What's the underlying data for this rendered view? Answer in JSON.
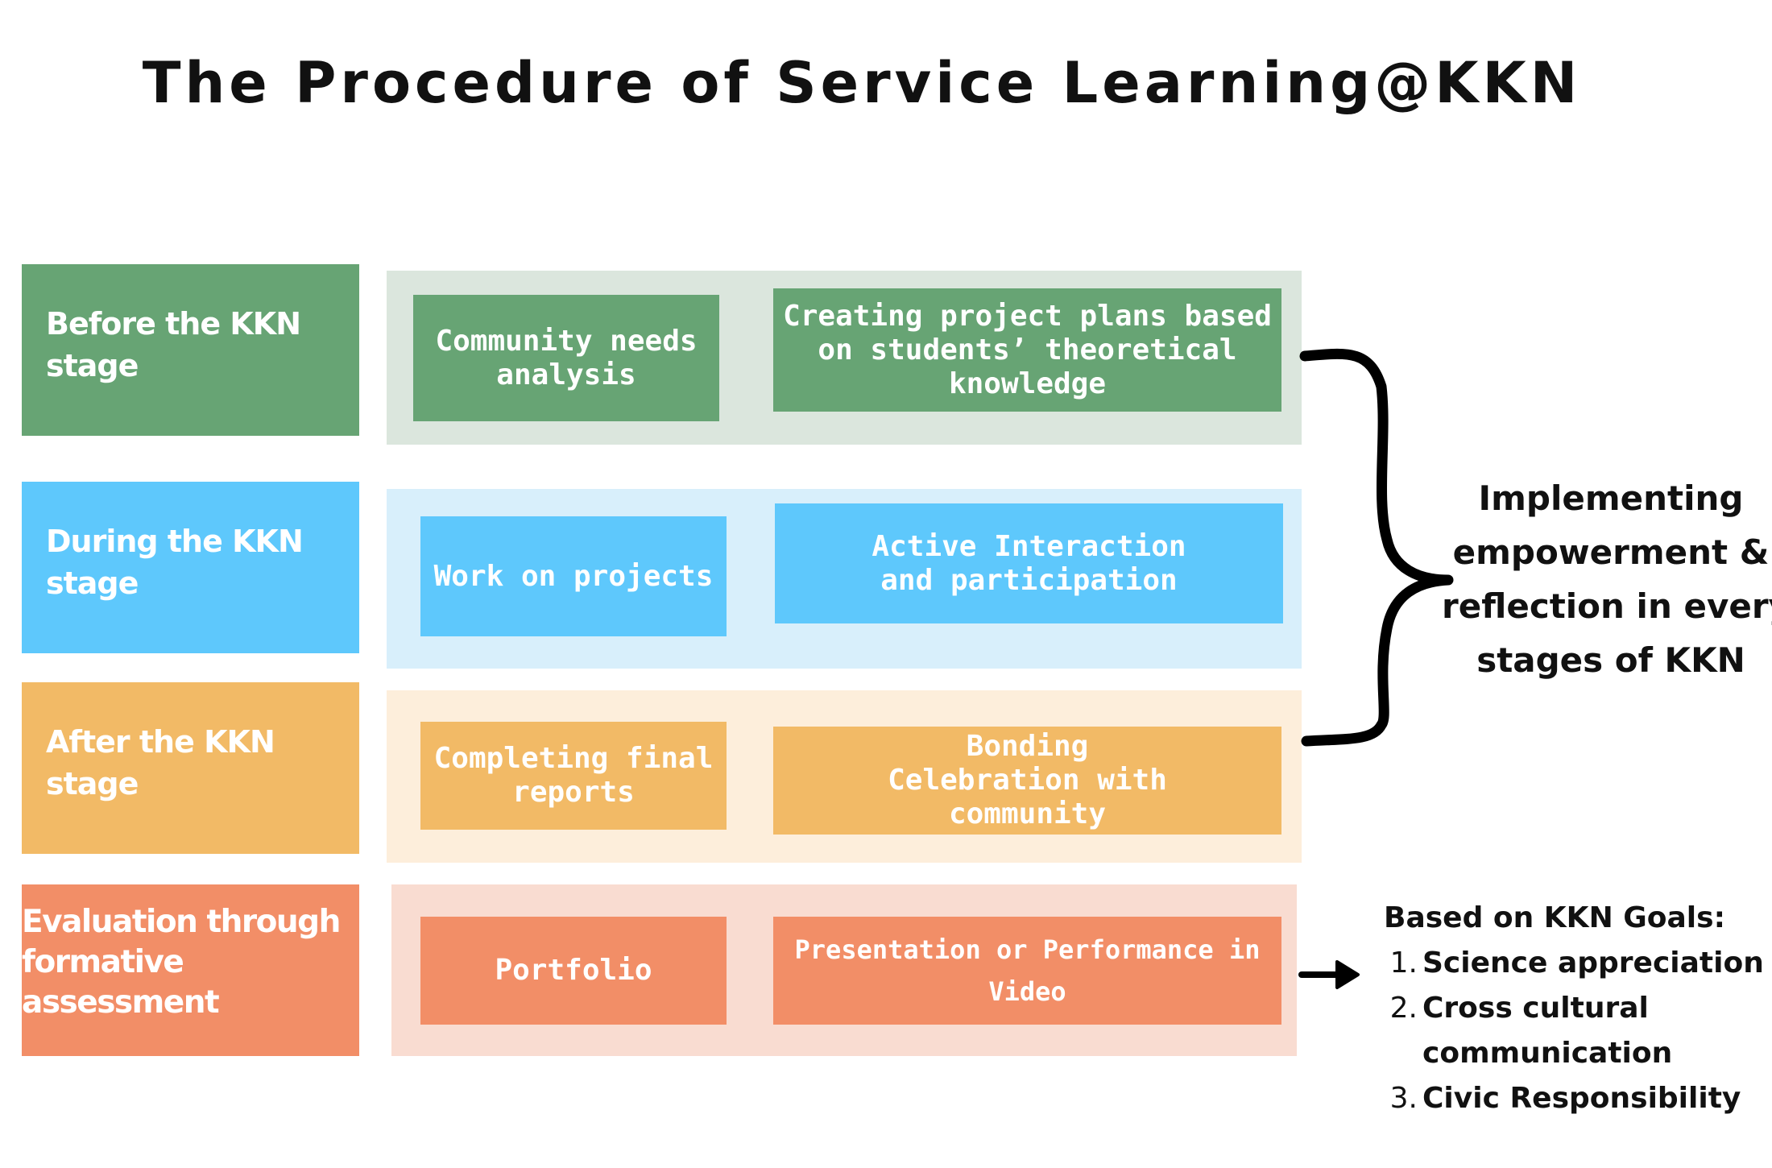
{
  "title": "The Procedure of Service Learning@KKN",
  "colors": {
    "before": "#67a474",
    "before_panel": "#dbe6dd",
    "during": "#5ec8fc",
    "during_panel": "#d8effb",
    "after": "#f2ba66",
    "after_panel": "#fdeedb",
    "evaluation": "#f28e67",
    "evaluation_panel": "#f9dcd1"
  },
  "stages": [
    {
      "label": "Before the KKN stage",
      "label_lines": [
        "Before the KKN",
        "stage"
      ],
      "items": [
        {
          "lines": [
            "Community needs",
            "analysis"
          ]
        },
        {
          "lines": [
            "Creating project plans based",
            "on students’ theoretical",
            "knowledge"
          ]
        }
      ]
    },
    {
      "label": "During the KKN stage",
      "label_lines": [
        "During the KKN",
        "stage"
      ],
      "items": [
        {
          "lines": [
            "Work on projects"
          ]
        },
        {
          "lines": [
            "Active Interaction",
            "and participation"
          ]
        }
      ]
    },
    {
      "label": "After the KKN stage",
      "label_lines": [
        "After the KKN",
        "stage"
      ],
      "items": [
        {
          "lines": [
            "Completing final",
            "reports"
          ]
        },
        {
          "lines": [
            "Bonding",
            "Celebration with",
            "community"
          ]
        }
      ]
    },
    {
      "label": "Evaluation through formative assessment",
      "label_lines": [
        "Evaluation through",
        "formative",
        "assessment"
      ],
      "items": [
        {
          "lines": [
            "Portfolio"
          ]
        },
        {
          "lines": [
            "Presentation or Performance in",
            "Video"
          ]
        }
      ]
    }
  ],
  "brace_note": {
    "lines": [
      "Implementing",
      "empowerment &",
      "reflection in every",
      "stages of KKN"
    ]
  },
  "goals": {
    "heading": "Based on KKN Goals:",
    "items": [
      {
        "num": "1.",
        "lines": [
          "Science appreciation"
        ]
      },
      {
        "num": "2.",
        "lines": [
          "Cross cultural",
          "communication"
        ]
      },
      {
        "num": "3.",
        "lines": [
          "Civic Responsibility"
        ]
      }
    ]
  },
  "icons": {
    "brace": "right-curly-brace-icon",
    "arrow": "right-arrow-icon"
  }
}
